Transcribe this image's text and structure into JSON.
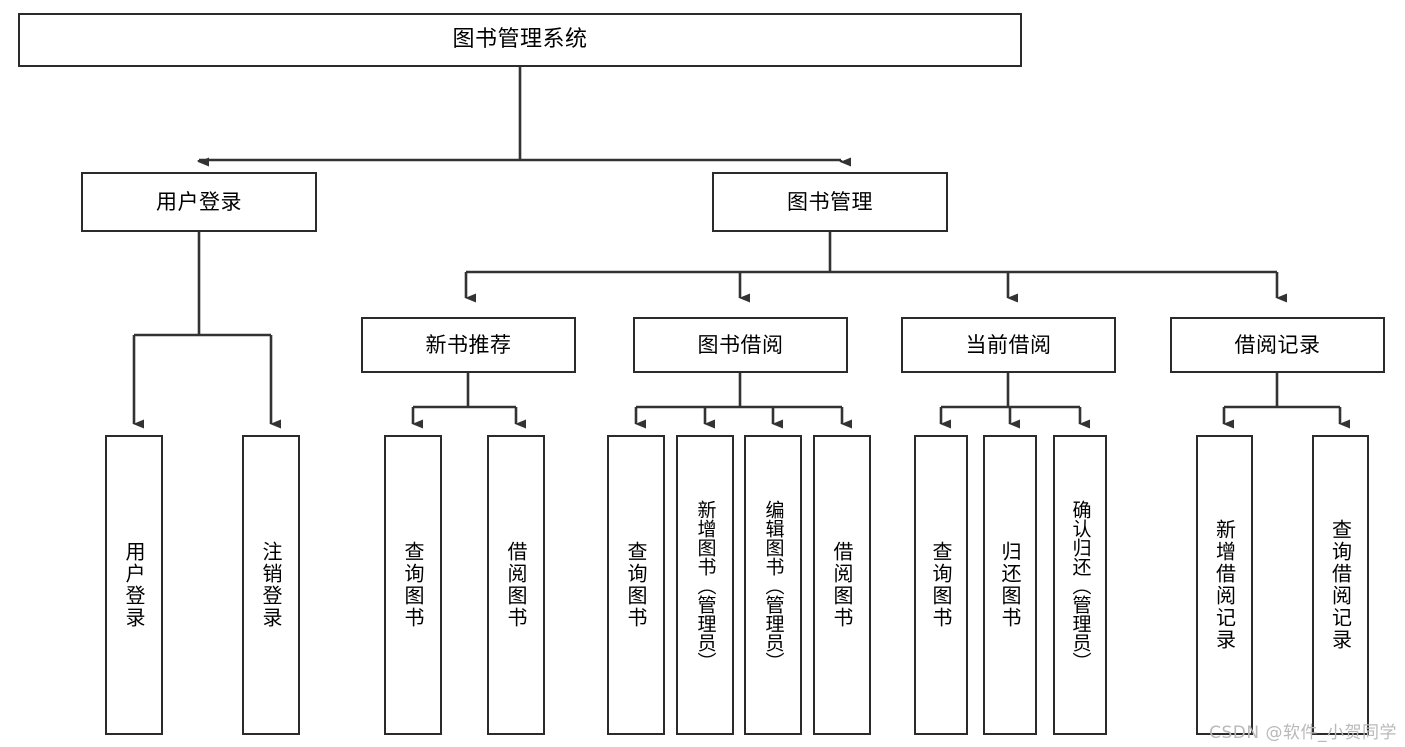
{
  "diagram": {
    "title": "图书管理系统",
    "type": "tree-hierarchy-chart",
    "watermark": "CSDN @软件_小贺同学",
    "colors": {
      "box_border": "#2b2b2b",
      "box_fill": "#ffffff",
      "edge": "#333333",
      "text": "#000000",
      "watermark": "#b9b9b9",
      "background": "#ffffff"
    },
    "root": {
      "label": "图书管理系统"
    },
    "level2": [
      {
        "label": "用户登录"
      },
      {
        "label": "图书管理"
      }
    ],
    "level3": [
      {
        "label": "新书推荐"
      },
      {
        "label": "图书借阅"
      },
      {
        "label": "当前借阅"
      },
      {
        "label": "借阅记录"
      }
    ],
    "leaves": {
      "user_login": [
        {
          "label": "用户登录"
        },
        {
          "label": "注销登录"
        }
      ],
      "new_book_recommend": [
        {
          "label": "查询图书"
        },
        {
          "label": "借阅图书"
        }
      ],
      "book_borrow": [
        {
          "label": "查询图书"
        },
        {
          "label": "新增图书（管理员）"
        },
        {
          "label": "编辑图书（管理员）"
        },
        {
          "label": "借阅图书"
        }
      ],
      "current_borrow": [
        {
          "label": "查询图书"
        },
        {
          "label": "归还图书"
        },
        {
          "label": "确认归还（管理员）"
        }
      ],
      "borrow_record": [
        {
          "label": "新增借阅记录"
        },
        {
          "label": "查询借阅记录"
        }
      ]
    }
  }
}
